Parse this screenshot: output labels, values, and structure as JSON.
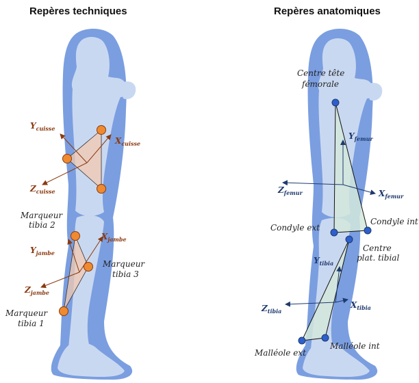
{
  "titles": {
    "left": "Repères techniques",
    "right": "Repères anatomiques"
  },
  "left": {
    "axes": {
      "y_cuisse": {
        "base": "Y",
        "sub": "cuisse"
      },
      "x_cuisse": {
        "base": "X",
        "sub": "cuisse"
      },
      "z_cuisse": {
        "base": "Z",
        "sub": "cuisse"
      },
      "y_jambe": {
        "base": "Y",
        "sub": "jambe"
      },
      "x_jambe": {
        "base": "X",
        "sub": "jambe"
      },
      "z_jambe": {
        "base": "Z",
        "sub": "jambe"
      }
    },
    "markers": {
      "tibia2": [
        "Marqueur",
        "tibia 2"
      ],
      "tibia3": [
        "Marqueur",
        "tibia 3"
      ],
      "tibia1": [
        "Marqueur",
        "tibia 1"
      ]
    }
  },
  "right": {
    "axes": {
      "y_femur": {
        "base": "Y",
        "sub": "femur"
      },
      "x_femur": {
        "base": "X",
        "sub": "femur"
      },
      "z_femur": {
        "base": "Z",
        "sub": "femur"
      },
      "y_tibia": {
        "base": "Y",
        "sub": "tibia"
      },
      "x_tibia": {
        "base": "X",
        "sub": "tibia"
      },
      "z_tibia": {
        "base": "Z",
        "sub": "tibia"
      }
    },
    "landmarks": {
      "centre_tete": [
        "Centre tête",
        "fémorale"
      ],
      "condyle_ext": "Condyle ext",
      "condyle_int": "Condyle int",
      "centre_plat": [
        "Centre",
        "plat. tibial"
      ],
      "malleole_ext": "Malléole ext",
      "malleole_int": "Malléole int"
    }
  },
  "colors": {
    "skin": "#7a9ee0",
    "bone": "#c9d8f1",
    "tech_axis": "#8a3a10",
    "tech_marker": "#f08a30",
    "tech_fill": "#f3c9b0",
    "anat_axis": "#1f3a6e",
    "anat_marker": "#2e5fcc",
    "anat_fill": "#d3e8dc"
  }
}
